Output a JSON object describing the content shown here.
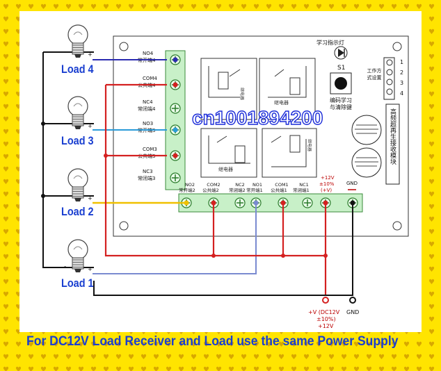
{
  "loads": [
    {
      "label": "Load 4"
    },
    {
      "label": "Load 3"
    },
    {
      "label": "Load 2"
    },
    {
      "label": "Load 1"
    }
  ],
  "terminals_left": [
    {
      "code": "NO4",
      "name": "常开端4"
    },
    {
      "code": "COM4",
      "name": "公共端4"
    },
    {
      "code": "NC4",
      "name": "常闭端4"
    },
    {
      "code": "NO3",
      "name": "常开端3"
    },
    {
      "code": "COM3",
      "name": "公共端3"
    },
    {
      "code": "NC3",
      "name": "常闭端3"
    }
  ],
  "terminals_bottom": [
    {
      "code": "NO2",
      "name": "常开端2"
    },
    {
      "code": "COM2",
      "name": "公共端2"
    },
    {
      "code": "NC2",
      "name": "常闭端2"
    },
    {
      "code": "NO1",
      "name": "常开端1"
    },
    {
      "code": "COM1",
      "name": "公共端1"
    },
    {
      "code": "NC1",
      "name": "常闭端1"
    }
  ],
  "power_terminal": {
    "line1": "+12V",
    "line2": "±10%",
    "line3": "(+V)"
  },
  "gnd_terminal": "GND",
  "relay_label": "继电器",
  "indicator_label": "学习指示灯",
  "switch_label": "S1",
  "switch_caption": [
    "编码学习",
    "与清除键"
  ],
  "work_mode": "工作方式设置",
  "jumper_numbers": [
    "1",
    "2",
    "3",
    "4"
  ],
  "module_label": "高频超再生接收模块",
  "watermark": "cn1001894200",
  "supply": {
    "line1": "+V (DC12V",
    "line2": "±10%)",
    "line3": "+12V"
  },
  "gnd_bottom": "GND",
  "footer_text": "For DC12V Load Receiver and Load use the same Power Supply",
  "colors": {
    "background": "#ffe400",
    "board": "#ffffff",
    "wire_red": "#d42020",
    "wire_blue": "#2a2ab0",
    "wire_light_blue": "#2a9ad8",
    "wire_yellow": "#f0c000",
    "wire_purple": "#7a8ad0",
    "label_blue": "#1a3fd0"
  }
}
